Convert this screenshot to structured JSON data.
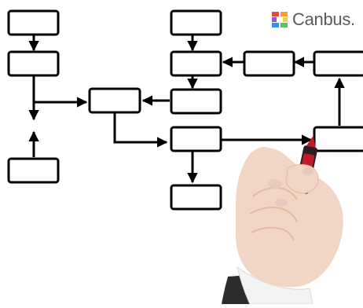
{
  "logo": {
    "text": "Canbus."
  },
  "colors": {
    "line": "#000000",
    "box_fill": "#ffffff",
    "skin": "#f1d6c5",
    "skin_shadow": "#e4b9a4",
    "nail": "#e9c8bd",
    "marker_red": "#c21b2b",
    "marker_dark": "#2a1e1e",
    "sleeve": "#2c2c2c",
    "cuff": "#f3f3f3",
    "logo_red": "#e64a3c",
    "logo_orange": "#f59f2a",
    "logo_yellow": "#f3d04a",
    "logo_green": "#5bbd5b",
    "logo_blue": "#3a8fe0",
    "logo_purple": "#8e5bd6",
    "logo_text": "#5a5a5a"
  },
  "icons": [
    "flowchart-diagram",
    "hand-holding-marker",
    "canbus-logo-mark"
  ]
}
